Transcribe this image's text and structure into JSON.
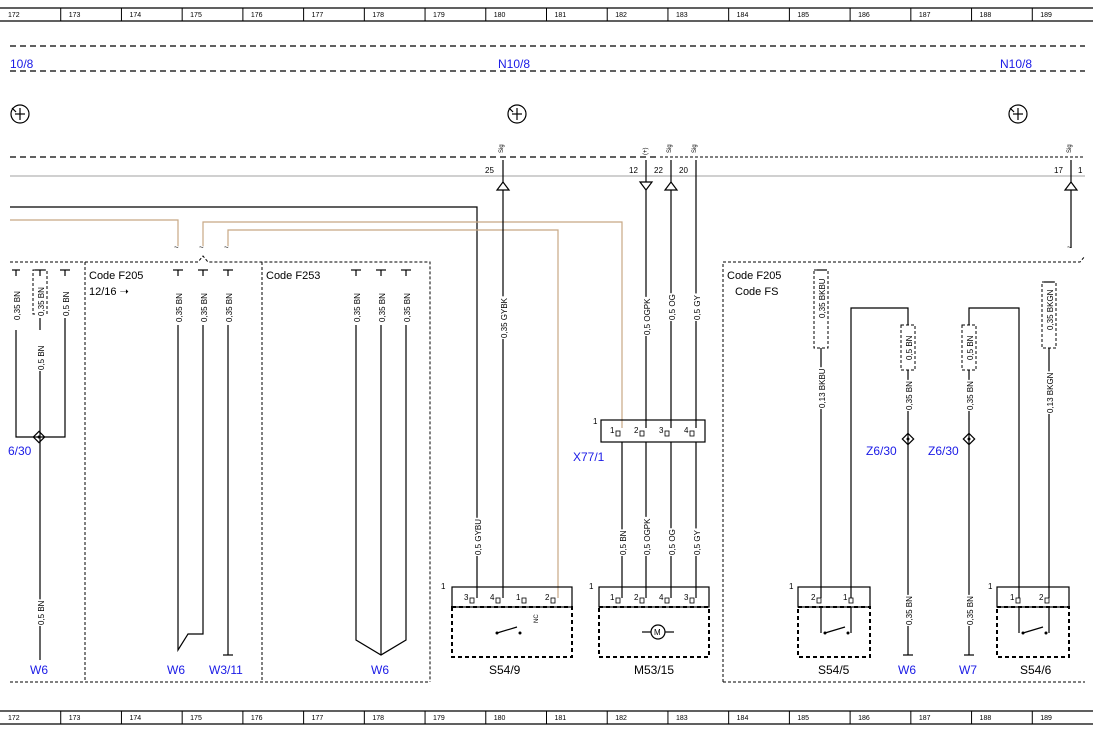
{
  "ruler": {
    "top": [
      "172",
      "173",
      "174",
      "175",
      "176",
      "177",
      "178",
      "179",
      "180",
      "181",
      "182",
      "183",
      "184",
      "185",
      "186",
      "187",
      "188",
      "189"
    ],
    "bottom": [
      "172",
      "173",
      "174",
      "175",
      "176",
      "177",
      "178",
      "179",
      "180",
      "181",
      "182",
      "183",
      "184",
      "185",
      "186",
      "187",
      "188",
      "189"
    ]
  },
  "header": {
    "ref_left": "10/8",
    "ref_mid": "N10/8",
    "ref_right": "N10/8"
  },
  "pins": {
    "p25": "25",
    "p12": "12",
    "p22": "22",
    "p20": "20",
    "p17": "17",
    "p1": "1"
  },
  "pin_types": {
    "sig1": "Sig",
    "plus": "(+)",
    "sig2": "Sig",
    "sig3": "Sig",
    "sig4": "Sig"
  },
  "codes": {
    "f205_a": "Code F205",
    "f205_a2": "12/16 ➝",
    "f253": "Code F253",
    "f205_b": "Code F205",
    "fs": "Code FS"
  },
  "wires": {
    "w1": "0,35 BN",
    "w2": "0,35 BN",
    "w3": "0,5 BN",
    "w4": "0,5 BN",
    "w5": "0,35 BN",
    "w6": "0,35 BN",
    "w7": "0,35 BN",
    "w8": "0,35 BN",
    "w9": "0,35 BN",
    "w10": "0,35 BN",
    "w11": "0,35 GYBK",
    "w12": "0,5 OGPK",
    "w13": "0,5 OG",
    "w14": "0,5 GY",
    "w15": "0,35 BKBU",
    "w16": "0,13 BKBU",
    "w17": "0,5 BN",
    "w18": "0,35 BN",
    "w19": "0,5 BN",
    "w20": "0,35 BN",
    "w21": "0,35 BKGN",
    "w22": "0,13 BKGN",
    "w23": "0,5 BN",
    "w24": "0,5 GYBU",
    "w25": "0,5 BN",
    "w26": "0,5 OGPK",
    "w27": "0,5 OG",
    "w28": "0,5 GY",
    "w29": "0,35 BN",
    "w30": "0,35 BN"
  },
  "refs": {
    "z_left": "6/30",
    "x77": "X77/1",
    "z_a": "Z6/30",
    "z_b": "Z6/30",
    "g_w6a": "W6",
    "g_w6b": "W6",
    "g_w311": "W3/11",
    "g_w6c": "W6",
    "g_w6d": "W6",
    "g_w7": "W7"
  },
  "components": {
    "s549": "S54/9",
    "m5315": "M53/15",
    "s545": "S54/5",
    "s546": "S54/6"
  },
  "connector_pins": {
    "x77": [
      "1",
      "2",
      "3",
      "4"
    ],
    "x77_one": "1",
    "s549": [
      "3",
      "4",
      "1",
      "2"
    ],
    "s549_one": "1",
    "s549_nc": "NC",
    "m5315": [
      "1",
      "2",
      "4",
      "3"
    ],
    "m5315_one": "1",
    "s545": [
      "2",
      "1"
    ],
    "s545_one": "1",
    "s546": [
      "1",
      "2"
    ],
    "s546_one": "1"
  }
}
